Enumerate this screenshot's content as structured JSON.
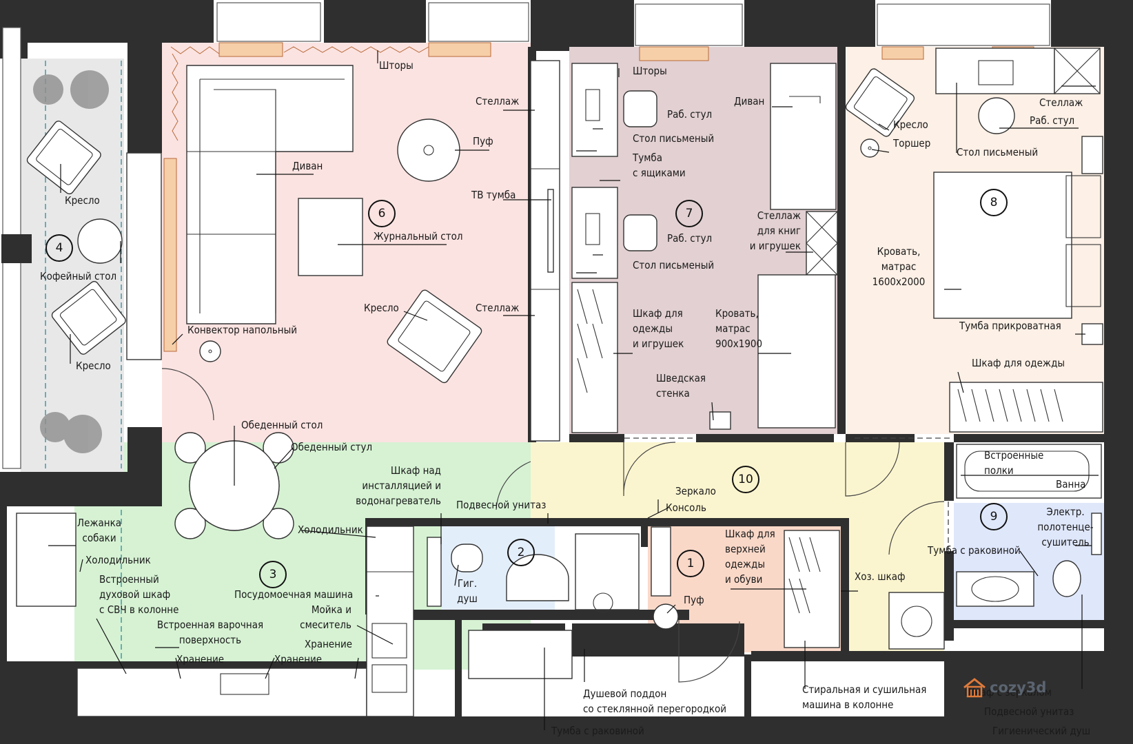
{
  "colors": {
    "living": "#fbe3e1",
    "kitchen": "#d6f2d3",
    "kids": "#e2d0d2",
    "bedroom": "#fdf0e6",
    "hall": "#fbf5cf",
    "bath_small": "#e3eefb",
    "bath_main": "#dfe7fb",
    "entry": "#fad8c8",
    "balcony": "#e8e8e8",
    "wall": "#2f2f2f",
    "brand": "#e07a3a"
  },
  "rooms": [
    {
      "number": "1"
    },
    {
      "number": "2"
    },
    {
      "number": "3"
    },
    {
      "number": "4"
    },
    {
      "number": "6"
    },
    {
      "number": "7"
    },
    {
      "number": "8"
    },
    {
      "number": "9"
    },
    {
      "number": "10"
    }
  ],
  "labels": {
    "shtory_1": "Шторы",
    "shtory_2": "Шторы",
    "stellazh_1": "Стеллаж",
    "puf_1": "Пуф",
    "divan_1": "Диван",
    "tv_tumba": "ТВ тумба",
    "zhurnalny_stol": "Журнальный стол",
    "kreslo_1": "Кресло",
    "stellazh_2": "Стеллаж",
    "konvektor": "Конвектор напольный",
    "kreslo_balcony_1": "Кресло",
    "kofeyny_stol": "Кофейный стол",
    "kreslo_balcony_2": "Кресло",
    "rab_stul_1": "Раб. стул",
    "stol_pismenny_1": "Стол письменый",
    "tumba_yashchiki": "Тумба\nс ящиками",
    "rab_stul_2": "Раб. стул",
    "stol_pismenny_2": "Стол письменый",
    "divan_2": "Диван",
    "stellazh_knig": "Стеллаж\nдля книг\nи игрушек",
    "shkaf_odezhdy_igrushek": "Шкаф для\nодежды\nи игрушек",
    "krovat_900": "Кровать,\nматрас\n900х1900",
    "shvedskaya_stenka": "Шведская\nстенка",
    "kreslo_3": "Кресло",
    "torsher": "Торшер",
    "stellazh_3": "Стеллаж",
    "rab_stul_3": "Раб. стул",
    "stol_pismenny_3": "Стол письменый",
    "krovat_1600": "Кровать,\nматрас\n1600х2000",
    "tumba_prikrovatnaya": "Тумба прикроватная",
    "shkaf_odezhdy": "Шкаф для одежды",
    "obedenny_stol": "Обеденный стол",
    "obedenny_stul": "Обеденный стул",
    "shkaf_nad_installyatsiey": "Шкаф над\nинсталляцией и\nводонагреватель",
    "podvesnoy_unitaz_1": "Подвесной унитаз",
    "lezhanka": "Лежанка\nсобаки",
    "holodilnik_1": "Холодильник",
    "holodilnik_2": "Холодильник",
    "duhovoy_shkaf": "Встроенный\nдуховой шкаф\nс СВЧ в колонне",
    "posudomoechnaya": "Посудомоечная машина",
    "moyka": "Мойка и\nсмеситель",
    "varochnaya": "Встроенная варочная\nповерхность",
    "hranenie_1": "Хранение",
    "hranenie_2": "Хранение",
    "hranenie_3": "Хранение",
    "gig_dush_1": "Гиг.\nдуш",
    "zerkalo": "Зеркало",
    "konsol": "Консоль",
    "shkaf_verhney": "Шкаф для\nверхней\nодежды\nи обуви",
    "puf_2": "Пуф",
    "hoz_shkaf": "Хоз. шкаф",
    "vstroennye_polki": "Встроенные\nполки",
    "vanna": "Ванна",
    "elektr_polotentse": "Электр.\nполотенце-\nсушитель",
    "tumba_rakovinoy_1": "Тумба с раковиной",
    "dushevoy_poddon": "Душевой поддон\nсо стеклянной перегородкой",
    "tumba_rakovinoy_2": "Тумба с раковиной",
    "stiralnaya": "Стиральная и сушильная\nмашина в колонне",
    "shkaf_s_zerkalom": "Шкаф с зеркалом",
    "podvesnoy_unitaz_2": "Подвесной унитаз",
    "gig_dush_2": "Гигиенический душ"
  },
  "brand": {
    "name": "cozy3d",
    "icon": "house-icon"
  }
}
